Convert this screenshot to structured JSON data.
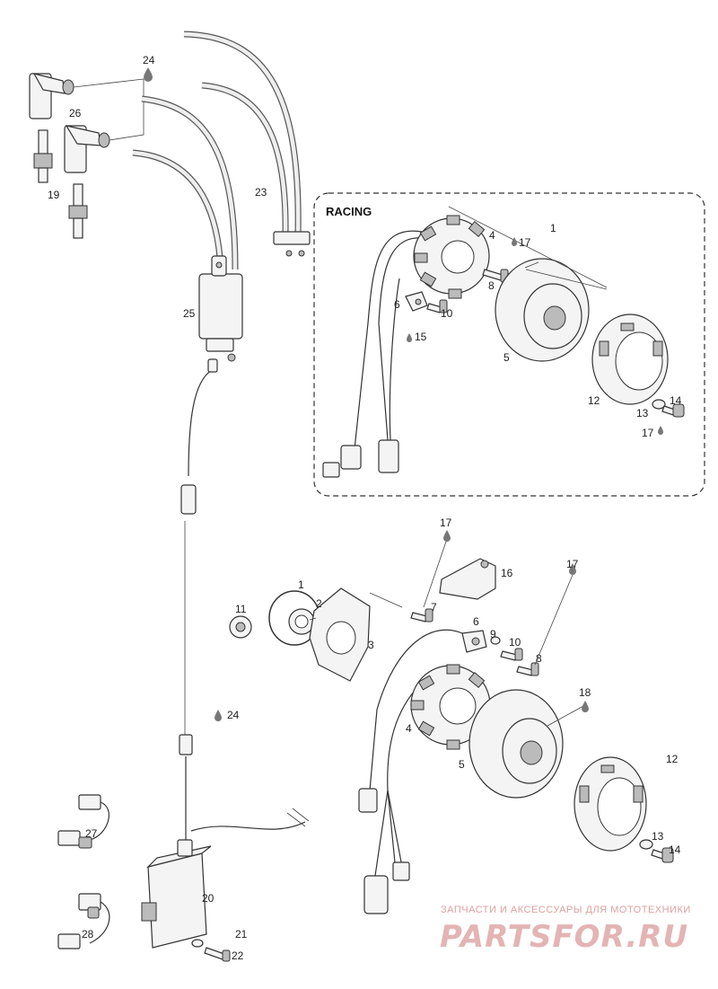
{
  "section_label": "RACING",
  "callouts": {
    "c1a": "1",
    "c1b": "1",
    "c2": "2",
    "c3": "3",
    "c4a": "4",
    "c4b": "4",
    "c5a": "5",
    "c5b": "5",
    "c6a": "6",
    "c6b": "6",
    "c7": "7",
    "c8a": "8",
    "c8b": "8",
    "c9": "9",
    "c10a": "10",
    "c10b": "10",
    "c11": "11",
    "c12a": "12",
    "c12b": "12",
    "c13a": "13",
    "c13b": "13",
    "c14a": "14",
    "c14b": "14",
    "c15": "15",
    "c16": "16",
    "c17a": "17",
    "c17b": "17",
    "c17c": "17",
    "c17d": "17",
    "c18": "18",
    "c19": "19",
    "c20": "20",
    "c21": "21",
    "c22": "22",
    "c23": "23",
    "c24a": "24",
    "c24b": "24",
    "c25": "25",
    "c26": "26",
    "c27": "27",
    "c28": "28"
  },
  "watermark": {
    "tagline": "ЗАПЧАСТИ И АКСЕССУАРЫ ДЛЯ МОТОТЕХНИКИ",
    "brand": "PARTSFOR.RU"
  }
}
